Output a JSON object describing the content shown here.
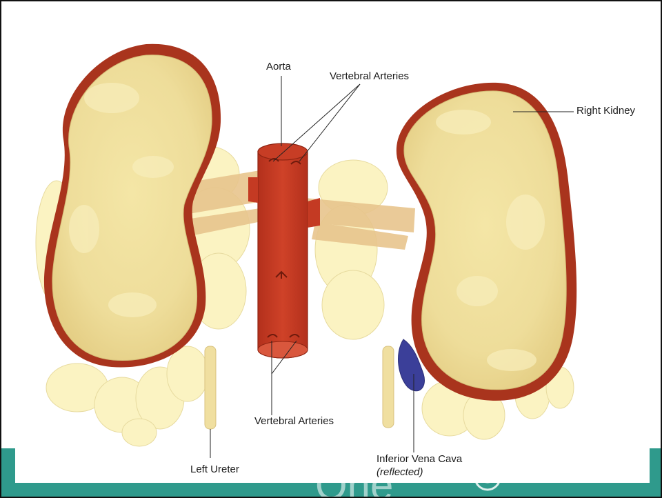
{
  "labels": {
    "aorta": "Aorta",
    "vertebral_arteries_top": "Vertebral Arteries",
    "right_kidney": "Right Kidney",
    "vertebral_arteries_bottom": "Vertebral Arteries",
    "left_ureter": "Left Ureter",
    "inferior_vena_cava": "Inferior Vena Cava",
    "reflected_note": "(reflected)"
  },
  "footer": {
    "watermark_text": "One"
  },
  "colors": {
    "kidney_fat": "#eedd9a",
    "kidney_flesh": "#a9341d",
    "aorta": "#c43a23",
    "vena_cava": "#3b3f99",
    "fat_lobules": "#fbf3bf",
    "footer_band": "#2f9a8c"
  }
}
